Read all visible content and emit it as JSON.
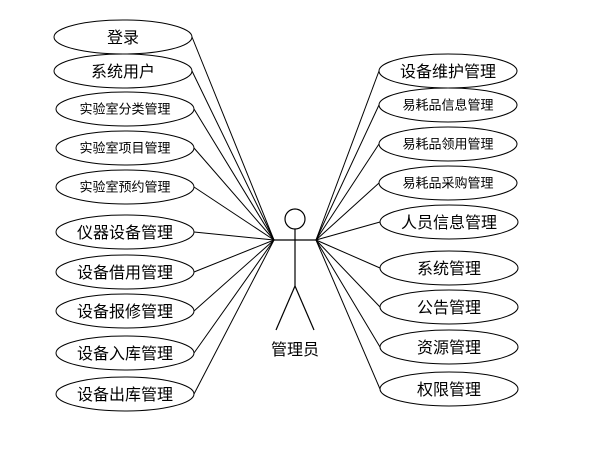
{
  "actor": {
    "label": "管理员"
  },
  "left_use_cases": [
    "登录",
    "系统用户",
    "实验室分类管理",
    "实验室项目管理",
    "实验室预约管理",
    "仪器设备管理",
    "设备借用管理",
    "设备报修管理",
    "设备入库管理",
    "设备出库管理"
  ],
  "right_use_cases": [
    "设备维护管理",
    "易耗品信息管理",
    "易耗品领用管理",
    "易耗品采购管理",
    "人员信息管理",
    "系统管理",
    "公告管理",
    "资源管理",
    "权限管理"
  ]
}
